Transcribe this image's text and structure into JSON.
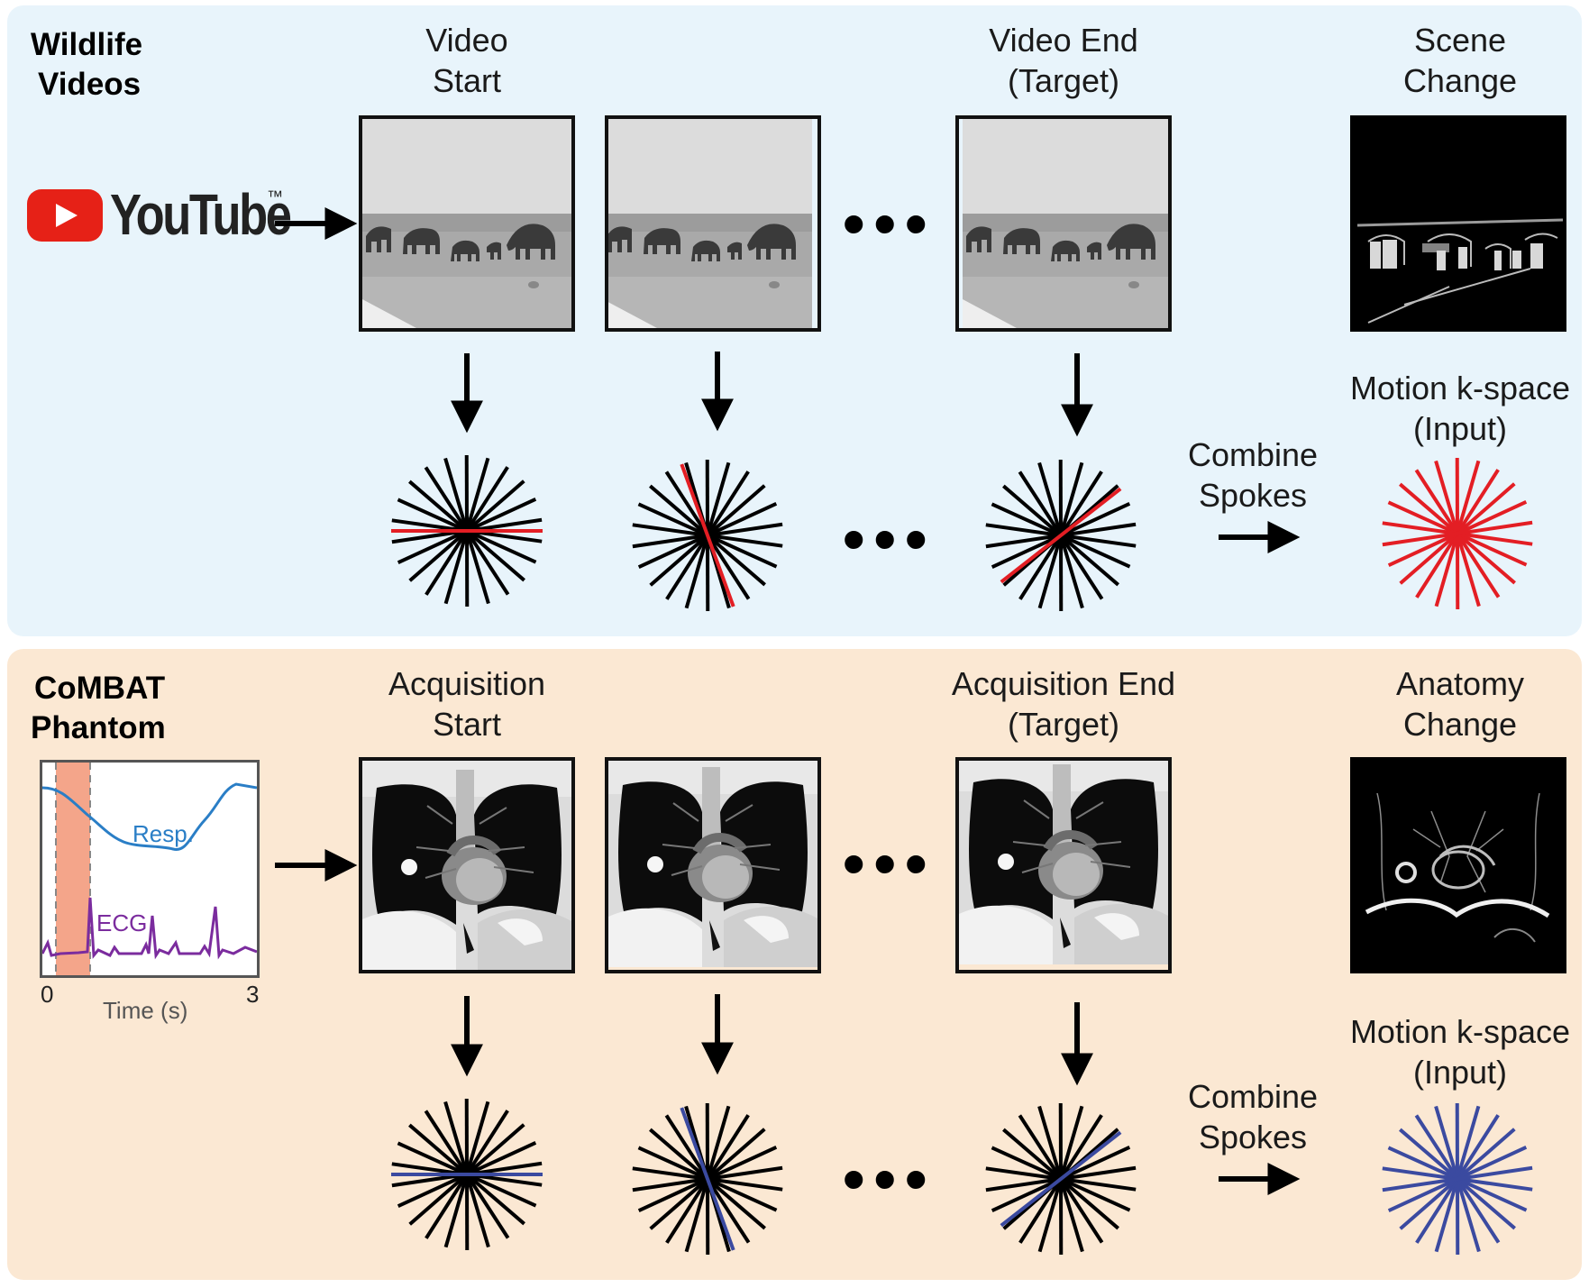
{
  "colors": {
    "top_panel_bg": "#e8f4fb",
    "bottom_panel_bg": "#fbe8d3",
    "youtube_red": "#e62117",
    "spoke_red": "#e31e24",
    "spoke_blue": "#3b4aa0",
    "resp_line": "#2a7ec6",
    "ecg_line": "#7b2c9e",
    "time_window": "#f4a58a"
  },
  "top_panel": {
    "section_title": [
      "Wildlife",
      "Videos"
    ],
    "logo_text": "YouTube",
    "logo_tm": "™",
    "logo_icon": "youtube-play-icon",
    "frame_start_label": [
      "Video",
      "Start"
    ],
    "frame_end_label": [
      "Video End",
      "(Target)"
    ],
    "change_label": [
      "Scene",
      "Change"
    ],
    "combine_label": [
      "Combine",
      "Spokes"
    ],
    "kspace_label": [
      "Motion k-space",
      "(Input)"
    ],
    "ellipsis": "•••"
  },
  "bottom_panel": {
    "section_title": [
      "CoMBAT",
      "Phantom"
    ],
    "frame_start_label": [
      "Acquisition",
      "Start"
    ],
    "frame_end_label": [
      "Acquisition End",
      "(Target)"
    ],
    "change_label": [
      "Anatomy",
      "Change"
    ],
    "combine_label": [
      "Combine",
      "Spokes"
    ],
    "kspace_label": [
      "Motion k-space",
      "(Input)"
    ],
    "ellipsis": "•••",
    "signal_plot": {
      "resp_label": "Resp.",
      "ecg_label": "ECG",
      "x_min_label": "0",
      "x_max_label": "3",
      "x_axis_label": "Time (s)"
    }
  }
}
